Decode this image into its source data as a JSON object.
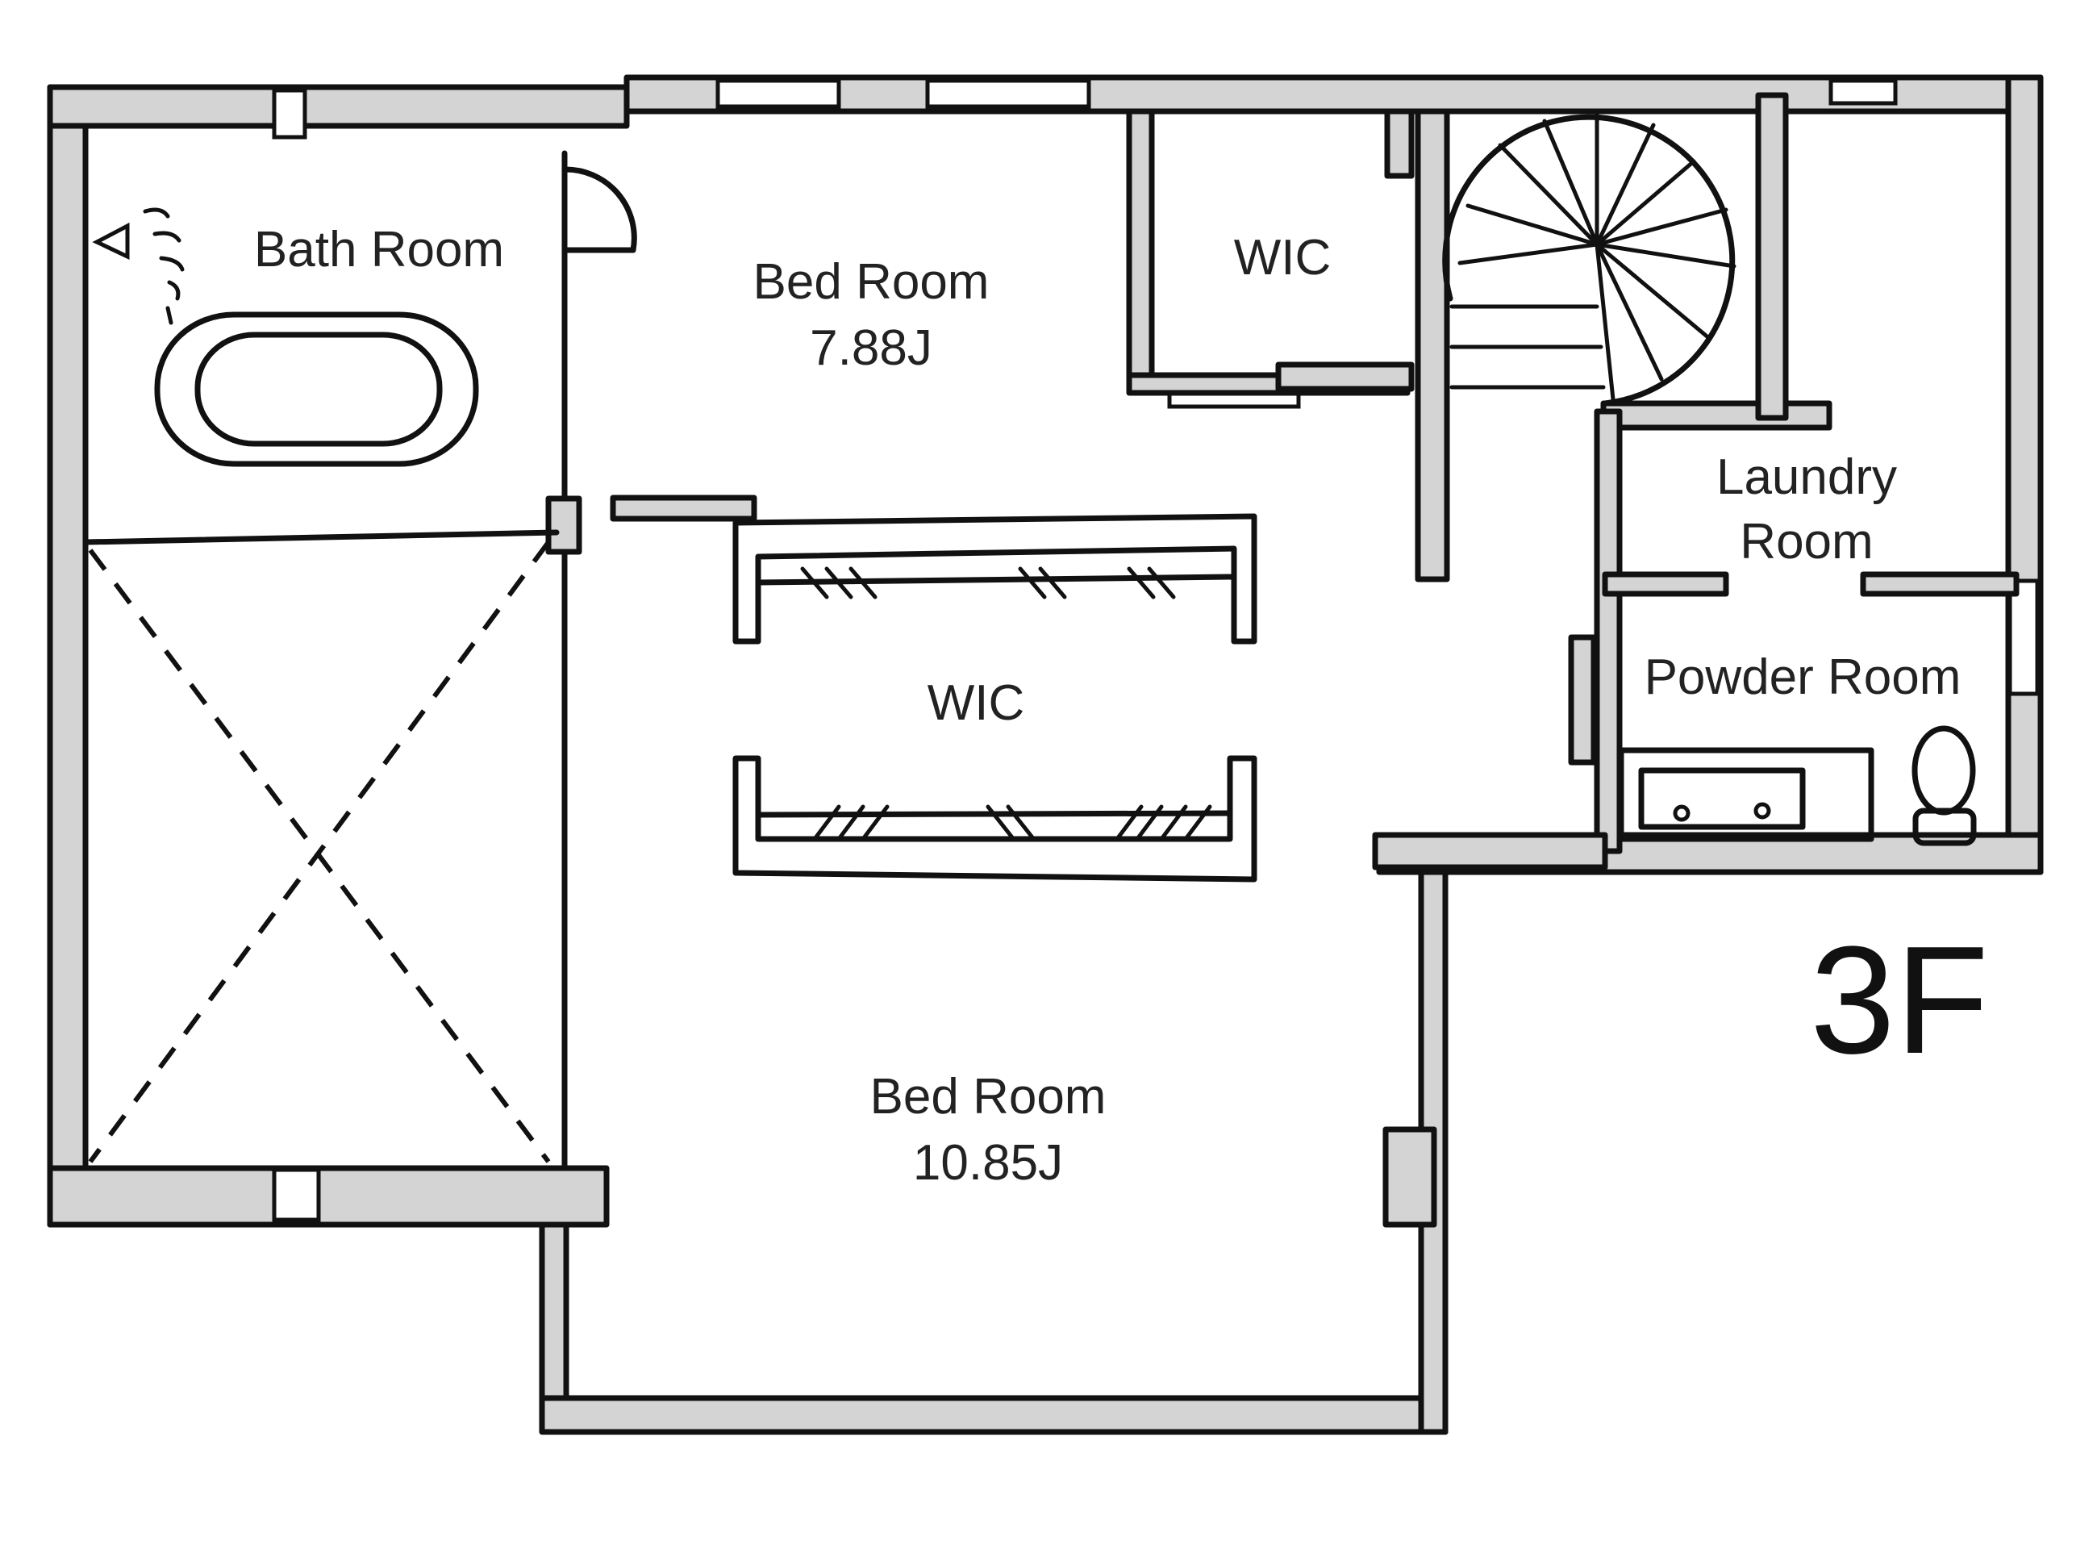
{
  "rooms": {
    "bath_room": {
      "name": "Bath Room"
    },
    "bed_room_upper": {
      "name": "Bed Room",
      "area": "7.88J"
    },
    "wic_upper": {
      "name": "WIC"
    },
    "wic_center": {
      "name": "WIC"
    },
    "bed_room_lower": {
      "name": "Bed Room",
      "area": "10.85J"
    },
    "laundry_room": {
      "name_line1": "Laundry",
      "name_line2": "Room"
    },
    "powder_room": {
      "name": "Powder Room"
    }
  },
  "floor_label": "3F",
  "colors": {
    "wall_fill": "#d4d4d4",
    "line": "#111111",
    "background": "#ffffff"
  },
  "icons": [
    "shower-head-icon",
    "bathtub-icon",
    "spiral-stair-icon",
    "sink-icon",
    "toilet-icon",
    "door-swing-icon",
    "closet-rod-icon"
  ]
}
